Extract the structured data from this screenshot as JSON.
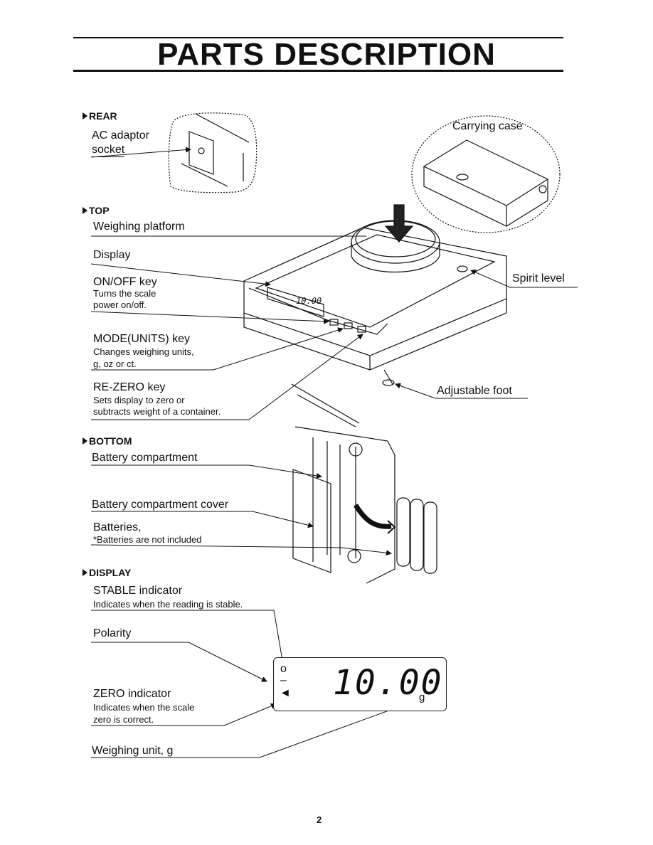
{
  "title": "PARTS DESCRIPTION",
  "page_number": "2",
  "sections": {
    "rear": {
      "heading": "REAR",
      "ac_adaptor_1": "AC adaptor",
      "ac_adaptor_2": "socket"
    },
    "top": {
      "heading": "TOP",
      "weighing_platform": "Weighing platform",
      "display": "Display",
      "onoff_title": "ON/OFF key",
      "onoff_desc_1": "Turns the scale",
      "onoff_desc_2": "power on/off.",
      "mode_title": "MODE(UNITS) key",
      "mode_desc_1": "Changes weighing units,",
      "mode_desc_2": "g, oz or ct.",
      "rezero_title": "RE-ZERO key",
      "rezero_desc_1": "Sets display to zero or",
      "rezero_desc_2": "subtracts weight of a container.",
      "carrying_case": "Carrying case",
      "spirit_level": "Spirit level",
      "adjustable_foot": "Adjustable foot"
    },
    "bottom": {
      "heading": "BOTTOM",
      "battery_compartment": "Battery compartment",
      "battery_cover": "Battery compartment cover",
      "batteries_title": "Batteries,",
      "batteries_note": "*Batteries are not included"
    },
    "display": {
      "heading": "DISPLAY",
      "stable_title": "STABLE indicator",
      "stable_desc": "Indicates when  the reading is stable.",
      "polarity": "Polarity",
      "zero_title": "ZERO indicator",
      "zero_desc_1": "Indicates  when  the  scale",
      "zero_desc_2": "zero is correct.",
      "unit_label": "Weighing unit, g",
      "reading": "10.00",
      "unit": "g",
      "stable_symbol": "o",
      "polarity_symbol": "–",
      "zero_symbol": "◄"
    }
  }
}
